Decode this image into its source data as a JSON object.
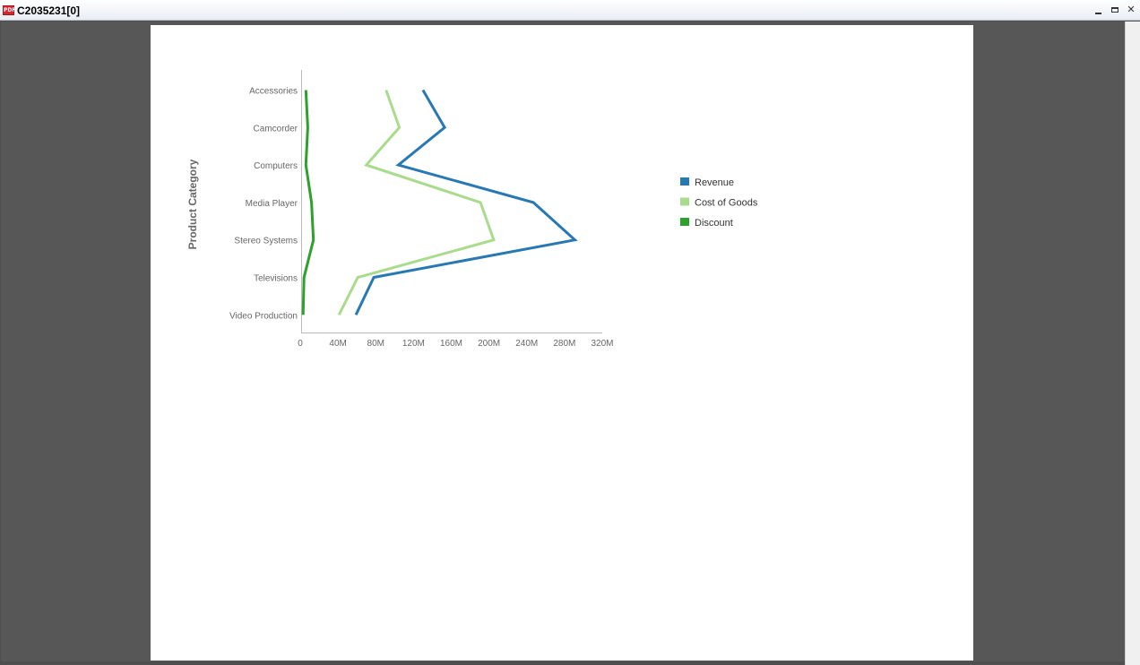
{
  "window": {
    "title": "C2035231[0]",
    "icon": "pdf-document-icon",
    "controls": [
      "minimize-icon",
      "restore-icon",
      "close-icon"
    ]
  },
  "chart_data": {
    "type": "line",
    "orientation": "horizontal",
    "ylabel": "Product Category",
    "xlabel": "",
    "categories": [
      "Accessories",
      "Camcorder",
      "Computers",
      "Media Player",
      "Stereo Systems",
      "Televisions",
      "Video Production"
    ],
    "x_ticks": [
      "0",
      "40M",
      "80M",
      "120M",
      "160M",
      "200M",
      "240M",
      "280M",
      "320M"
    ],
    "xlim": [
      0,
      320000000
    ],
    "grid": false,
    "legend_position": "right",
    "series": [
      {
        "name": "Revenue",
        "color": "#2878b4",
        "values": [
          130000000,
          153000000,
          104000000,
          247000000,
          291000000,
          78000000,
          59000000
        ]
      },
      {
        "name": "Cost of Goods",
        "color": "#a8dc8c",
        "values": [
          91000000,
          105000000,
          70000000,
          191000000,
          205000000,
          61000000,
          41000000
        ]
      },
      {
        "name": "Discount",
        "color": "#2ea02c",
        "values": [
          6000000,
          8000000,
          6000000,
          12000000,
          14000000,
          4000000,
          3000000
        ]
      }
    ]
  }
}
